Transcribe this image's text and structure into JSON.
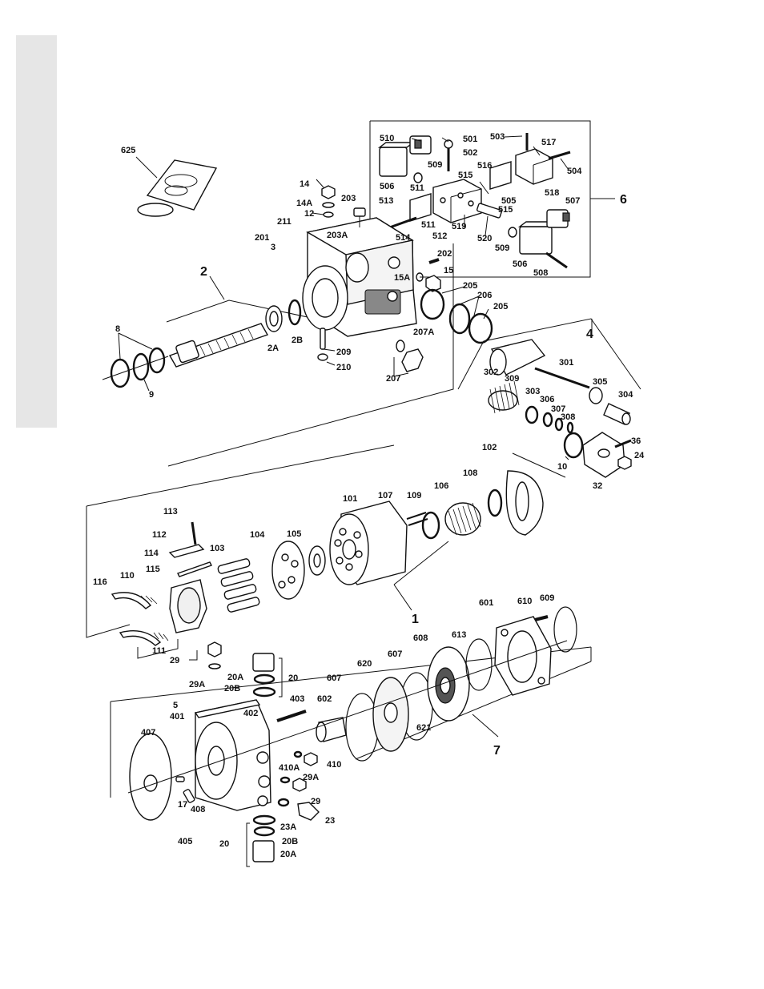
{
  "assemblies": {
    "a1": "1",
    "a2": "2",
    "a4": "4",
    "a6": "6",
    "a7": "7"
  },
  "callouts": {
    "c3": "3",
    "c5": "5",
    "c8": "8",
    "c9": "9",
    "c10": "10",
    "c12": "12",
    "c14": "14",
    "c14A": "14A",
    "c15": "15",
    "c15A": "15A",
    "c17": "17",
    "c20a": "20",
    "c20b": "20",
    "c20A_a": "20A",
    "c20A_b": "20A",
    "c20B_a": "20B",
    "c20B_b": "20B",
    "c23": "23",
    "c23A": "23A",
    "c24": "24",
    "c29a": "29",
    "c29b": "29",
    "c29A_a": "29A",
    "c29A_b": "29A",
    "c2A": "2A",
    "c2B": "2B",
    "c32": "32",
    "c36": "36",
    "c101": "101",
    "c102": "102",
    "c103": "103",
    "c104": "104",
    "c105": "105",
    "c106": "106",
    "c107": "107",
    "c108": "108",
    "c109": "109",
    "c110": "110",
    "c111": "111",
    "c112": "112",
    "c113": "113",
    "c114": "114",
    "c115": "115",
    "c116": "116",
    "c201": "201",
    "c202": "202",
    "c203": "203",
    "c203A": "203A",
    "c205a": "205",
    "c205b": "205",
    "c206": "206",
    "c207": "207",
    "c207A": "207A",
    "c209": "209",
    "c210": "210",
    "c211": "211",
    "c301": "301",
    "c302": "302",
    "c303": "303",
    "c304": "304",
    "c305": "305",
    "c306": "306",
    "c307": "307",
    "c308": "308",
    "c309": "309",
    "c401": "401",
    "c402": "402",
    "c403": "403",
    "c405": "405",
    "c407": "407",
    "c408": "408",
    "c410": "410",
    "c410A": "410A",
    "c501": "501",
    "c502": "502",
    "c503": "503",
    "c504": "504",
    "c505": "505",
    "c506a": "506",
    "c506b": "506",
    "c507": "507",
    "c508": "508",
    "c509a": "509",
    "c509b": "509",
    "c510": "510",
    "c511a": "511",
    "c511b": "511",
    "c512": "512",
    "c513": "513",
    "c514": "514",
    "c515a": "515",
    "c515b": "515",
    "c516": "516",
    "c517": "517",
    "c518": "518",
    "c519": "519",
    "c520": "520",
    "c601": "601",
    "c602": "602",
    "c607a": "607",
    "c607b": "607",
    "c608": "608",
    "c609": "609",
    "c610": "610",
    "c613": "613",
    "c620": "620",
    "c621": "621",
    "c625": "625"
  }
}
